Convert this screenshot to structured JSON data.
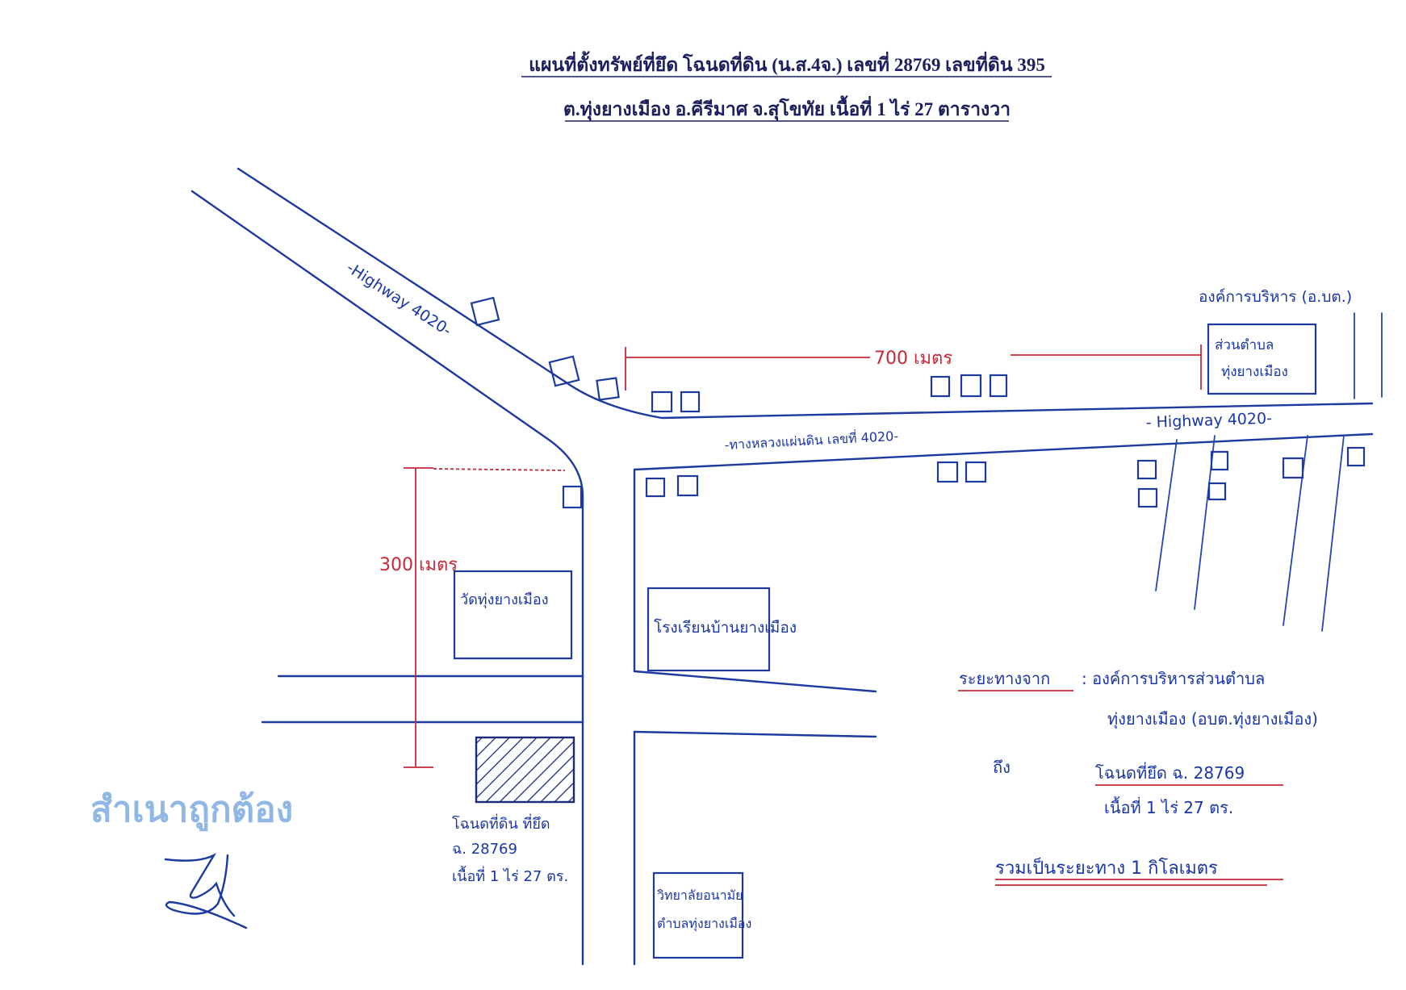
{
  "title": {
    "line1": "แผนที่ตั้งทรัพย์ที่ยึด โฉนดที่ดิน (น.ส.4จ.) เลขที่ 28769 เลขที่ดิน 395",
    "line2": "ต.ทุ่งยางเมือง อ.คีรีมาศ จ.สุโขทัย เนื้อที่ 1 ไร่ 27 ตารางวา"
  },
  "roads": {
    "highway_diagonal": "-Highway 4020-",
    "highway_east": "- Highway 4020-",
    "highway_thai": "-ทางหลวงแผ่นดิน เลขที่ 4020-"
  },
  "distances": {
    "horizontal": "700 เมตร",
    "vertical": "300 เมตร"
  },
  "landmarks": {
    "sao_label": "องค์การบริหาร (อ.บต.)",
    "sao_box_line1": "ส่วนตำบล",
    "sao_box_line2": "ทุ่งยางเมือง",
    "temple": "วัดทุ่งยางเมือง",
    "school": "โรงเรียนบ้านยางเมือง",
    "health_line1": "วิทยาลัยอนามัย",
    "health_line2": "ตำบลทุ่งยางเมือง"
  },
  "seized_parcel": {
    "line1": "โฉนดที่ดิน ที่ยึด",
    "line2": "ฉ. 28769",
    "line3": "เนื้อที่ 1 ไร่ 27 ตร."
  },
  "notes": {
    "distance_label": "ระยะทางจาก",
    "from_line1": ": องค์การบริหารส่วนตำบล",
    "from_line2": "ทุ่งยางเมือง (อบต.ทุ่งยางเมือง)",
    "to_label": "ถึง",
    "to_line1": "โฉนดที่ยึด ฉ. 28769",
    "to_line2": "เนื้อที่ 1 ไร่ 27 ตร.",
    "total": "รวมเป็นระยะทาง 1 กิโลเมตร"
  },
  "stamp": {
    "text": "สำเนาถูกต้อง"
  },
  "colors": {
    "ink_blue": "#1c3aa0",
    "ink_red": "#c8283a",
    "stamp_blue": "#8fb8e6",
    "title_ink": "#1b1f5e"
  }
}
